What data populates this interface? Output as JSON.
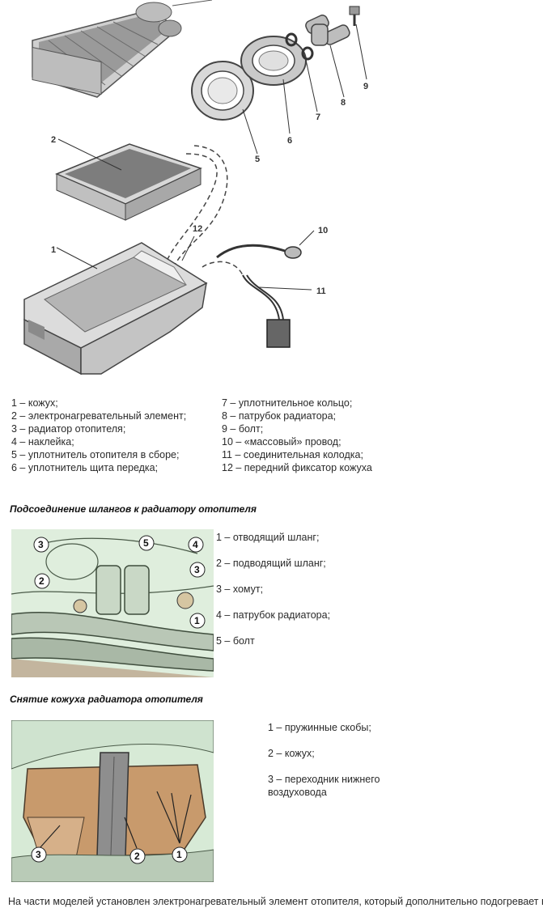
{
  "exploded_diagram": {
    "callouts": [
      "1",
      "2",
      "5",
      "6",
      "7",
      "8",
      "9",
      "10",
      "11",
      "12"
    ]
  },
  "legend_left": [
    "1 – кожух;",
    "2 – электронагревательный элемент;",
    "3 – радиатор отопителя;",
    "4 – наклейка;",
    "5 – уплотнитель отопителя в сборе;",
    "6 – уплотнитель щита передка;"
  ],
  "legend_right": [
    "7 – уплотнительное кольцо;",
    "8 – патрубок радиатора;",
    "9 – болт;",
    "10 – «массовый» провод;",
    "11 – соединительная колодка;",
    "12 – передний фиксатор кожуха"
  ],
  "section_hoses": {
    "caption": "Подсоединение шлангов к радиатору отопителя",
    "callouts": [
      "3",
      "5",
      "4",
      "2",
      "3",
      "1"
    ],
    "legend": [
      "1 – отводящий шланг;",
      "2 – подводящий шланг;",
      "3 – хомут;",
      "4 – патрубок радиатора;",
      "5 – болт"
    ]
  },
  "section_cover": {
    "caption": "Снятие кожуха радиатора отопителя",
    "callouts": [
      "3",
      "2",
      "1"
    ],
    "legend": [
      "1 – пружинные скобы;",
      "2 – кожух;",
      "3 – переходник нижнего воздуховода"
    ]
  },
  "footer_text": "На части моделей установлен электронагревательный элемент отопителя, который дополнительно подогревает воздух"
}
